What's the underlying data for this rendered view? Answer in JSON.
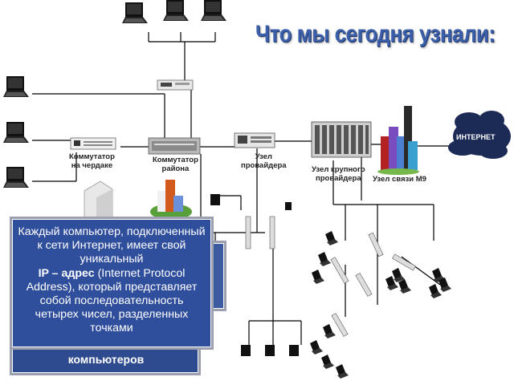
{
  "title": "Что мы сегодня узнали:",
  "labels": {
    "switch_attic": "Коммутатор\nна чердаке",
    "switch_district": "Коммутатор\nрайона",
    "provider_node": "Узел\nпровайдера",
    "big_provider_node": "Узел крупного\nпровайдера",
    "m9_node": "Узел связи М9",
    "internet": "ИНТЕРНЕТ"
  },
  "info_box": {
    "line1": "Каждый компьютер, подключенный к сети Интернет, имеет свой уникальный",
    "ip_term": "IP – адрес",
    "line2": " (Internet Protocol Address), который представляет собой последовательность четырех чисел, разделенных точками"
  },
  "back_box_caption": "компьютеров",
  "colors": {
    "title": "#3b5fa8",
    "box_fill": "#2f4e9c",
    "box_border": "#9aa0ad",
    "cloud": "#1c2a56"
  }
}
